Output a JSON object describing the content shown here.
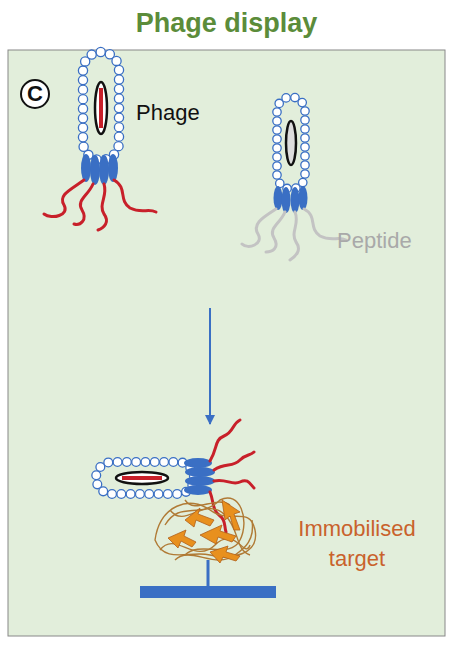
{
  "diagram": {
    "title": "Phage display",
    "labels": [
      "C",
      "Phage",
      "Peptide",
      "Immobilised target"
    ]
  }
}
